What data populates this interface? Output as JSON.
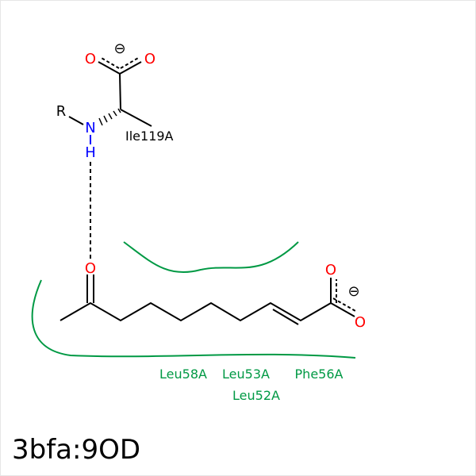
{
  "title": "3bfa:9OD",
  "colors": {
    "bond": "#000000",
    "oxygen": "#ff0000",
    "nitrogen": "#0000ff",
    "hydrophobic": "#009944"
  },
  "residue_top": {
    "r_group": "R",
    "nitrogen": "N",
    "hydrogen": "H",
    "oxygen_left": "O",
    "oxygen_right": "O",
    "charge": "⊖",
    "label": "Ile119A"
  },
  "ligand": {
    "ketone_oxygen": "O",
    "carboxyl_oxygen_top": "O",
    "carboxyl_oxygen_bottom": "O",
    "charge": "⊖"
  },
  "hydrophobic_residues": [
    "Leu58A",
    "Leu53A",
    "Phe56A",
    "Leu52A"
  ]
}
